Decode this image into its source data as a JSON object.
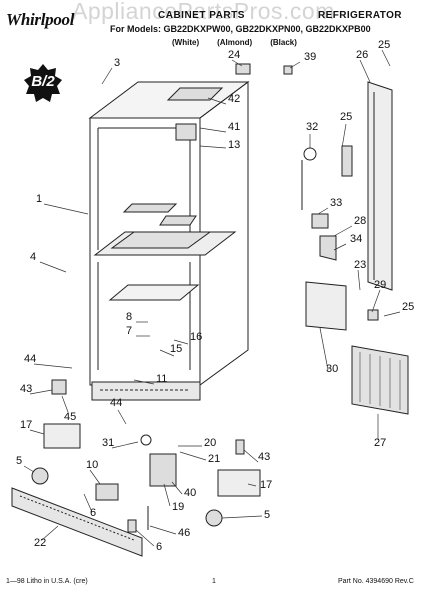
{
  "header": {
    "brand": "Whirlpool",
    "watermark": "AppliancePartsPros.com",
    "title": "CABINET PARTS",
    "category": "REFRIGERATOR",
    "models": "For Models: GB22DKXPW00, GB22DKXPN00, GB22DKXPB00",
    "colors": [
      "(White)",
      "(Almond)",
      "(Black)"
    ]
  },
  "badge": {
    "text": "B/2",
    "color": "#111111"
  },
  "callouts": [
    "3",
    "24",
    "39",
    "25",
    "26",
    "42",
    "41",
    "13",
    "32",
    "25",
    "1",
    "33",
    "28",
    "34",
    "4",
    "23",
    "29",
    "25",
    "8",
    "7",
    "30",
    "16",
    "15",
    "44",
    "11",
    "27",
    "43",
    "45",
    "17",
    "44",
    "20",
    "31",
    "21",
    "43",
    "5",
    "10",
    "6",
    "19",
    "40",
    "17",
    "5",
    "22",
    "6",
    "46"
  ],
  "footer": {
    "left": "1—98 Litho in U.S.A. (cre)",
    "page": "1",
    "part": "Part No. 4394690 Rev.C"
  }
}
